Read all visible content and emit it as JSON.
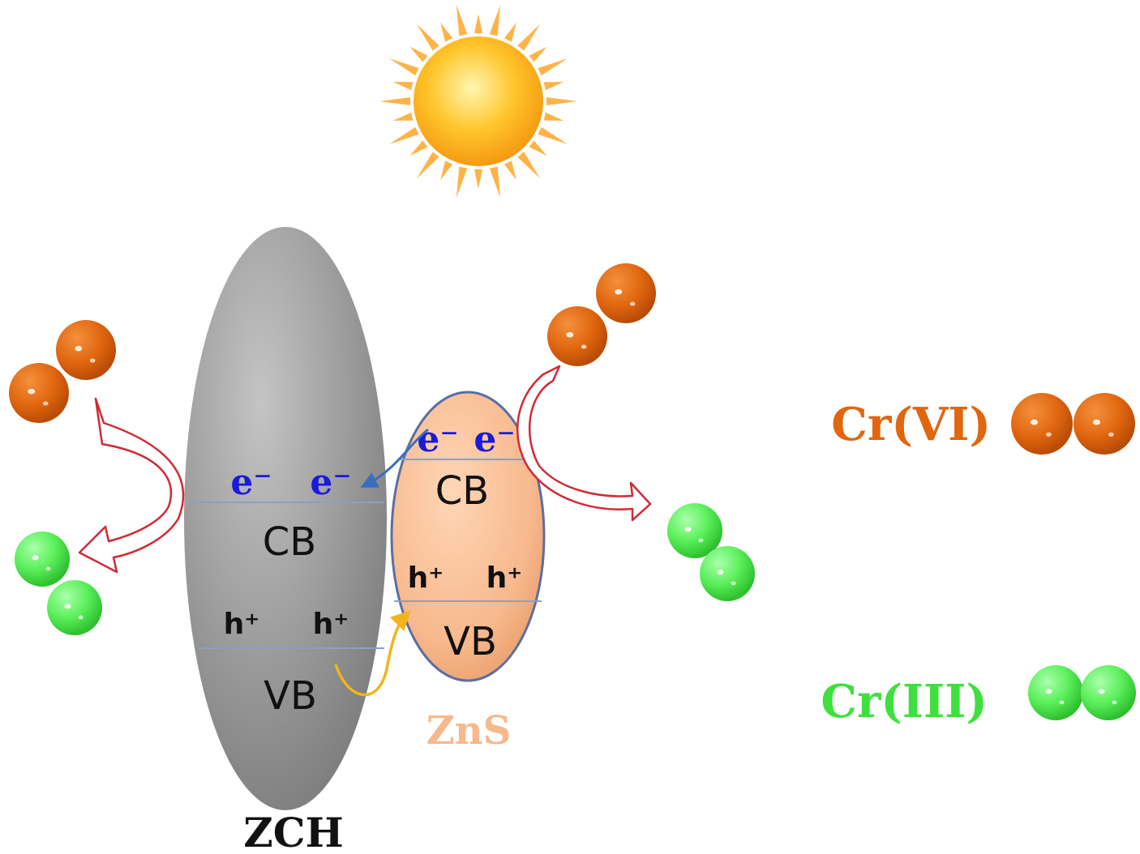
{
  "light_source": {
    "icon": "sun-icon"
  },
  "materials": {
    "zch": {
      "name": "ZCH",
      "conduction_band": "CB",
      "valence_band": "VB",
      "electron_1": "e⁻",
      "electron_2": "e⁻",
      "hole_1": "h⁺",
      "hole_2": "h⁺",
      "fill_color": "#9a9a9a"
    },
    "zns": {
      "name": "ZnS",
      "conduction_band": "CB",
      "valence_band": "VB",
      "electron_1": "e⁻",
      "electron_2": "e⁻",
      "hole_1": "h⁺",
      "hole_2": "h⁺",
      "fill_color": "#f7b88c"
    }
  },
  "legend": {
    "cr6": {
      "label": "Cr(VI)",
      "color": "#e0660f"
    },
    "cr3": {
      "label": "Cr(III)",
      "color": "#3ee03e"
    }
  },
  "arrows": {
    "electron_transfer_color": "#3a6fc0",
    "hole_transfer_color": "#f2b41c",
    "reduction_color": "#d02a35"
  }
}
